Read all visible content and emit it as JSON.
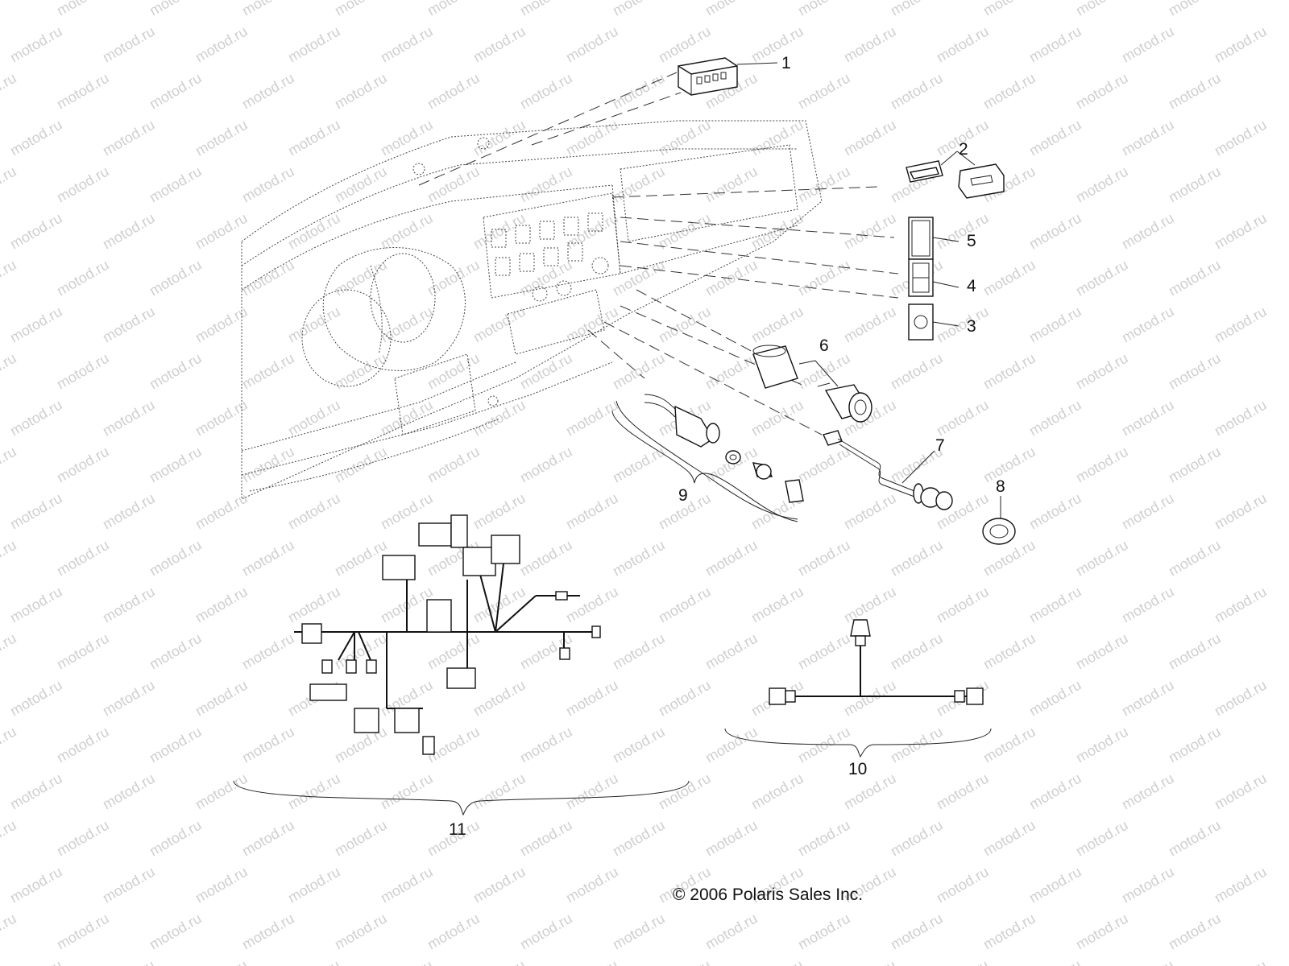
{
  "watermark": "motod.ru",
  "copyright": "© 2006 Polaris Sales Inc.",
  "callouts": [
    {
      "id": "1",
      "label": "1"
    },
    {
      "id": "2",
      "label": "2"
    },
    {
      "id": "3",
      "label": "3"
    },
    {
      "id": "4",
      "label": "4"
    },
    {
      "id": "5",
      "label": "5"
    },
    {
      "id": "6",
      "label": "6"
    },
    {
      "id": "7",
      "label": "7"
    },
    {
      "id": "8",
      "label": "8"
    },
    {
      "id": "9",
      "label": "9"
    },
    {
      "id": "10",
      "label": "10"
    },
    {
      "id": "11",
      "label": "11"
    }
  ]
}
